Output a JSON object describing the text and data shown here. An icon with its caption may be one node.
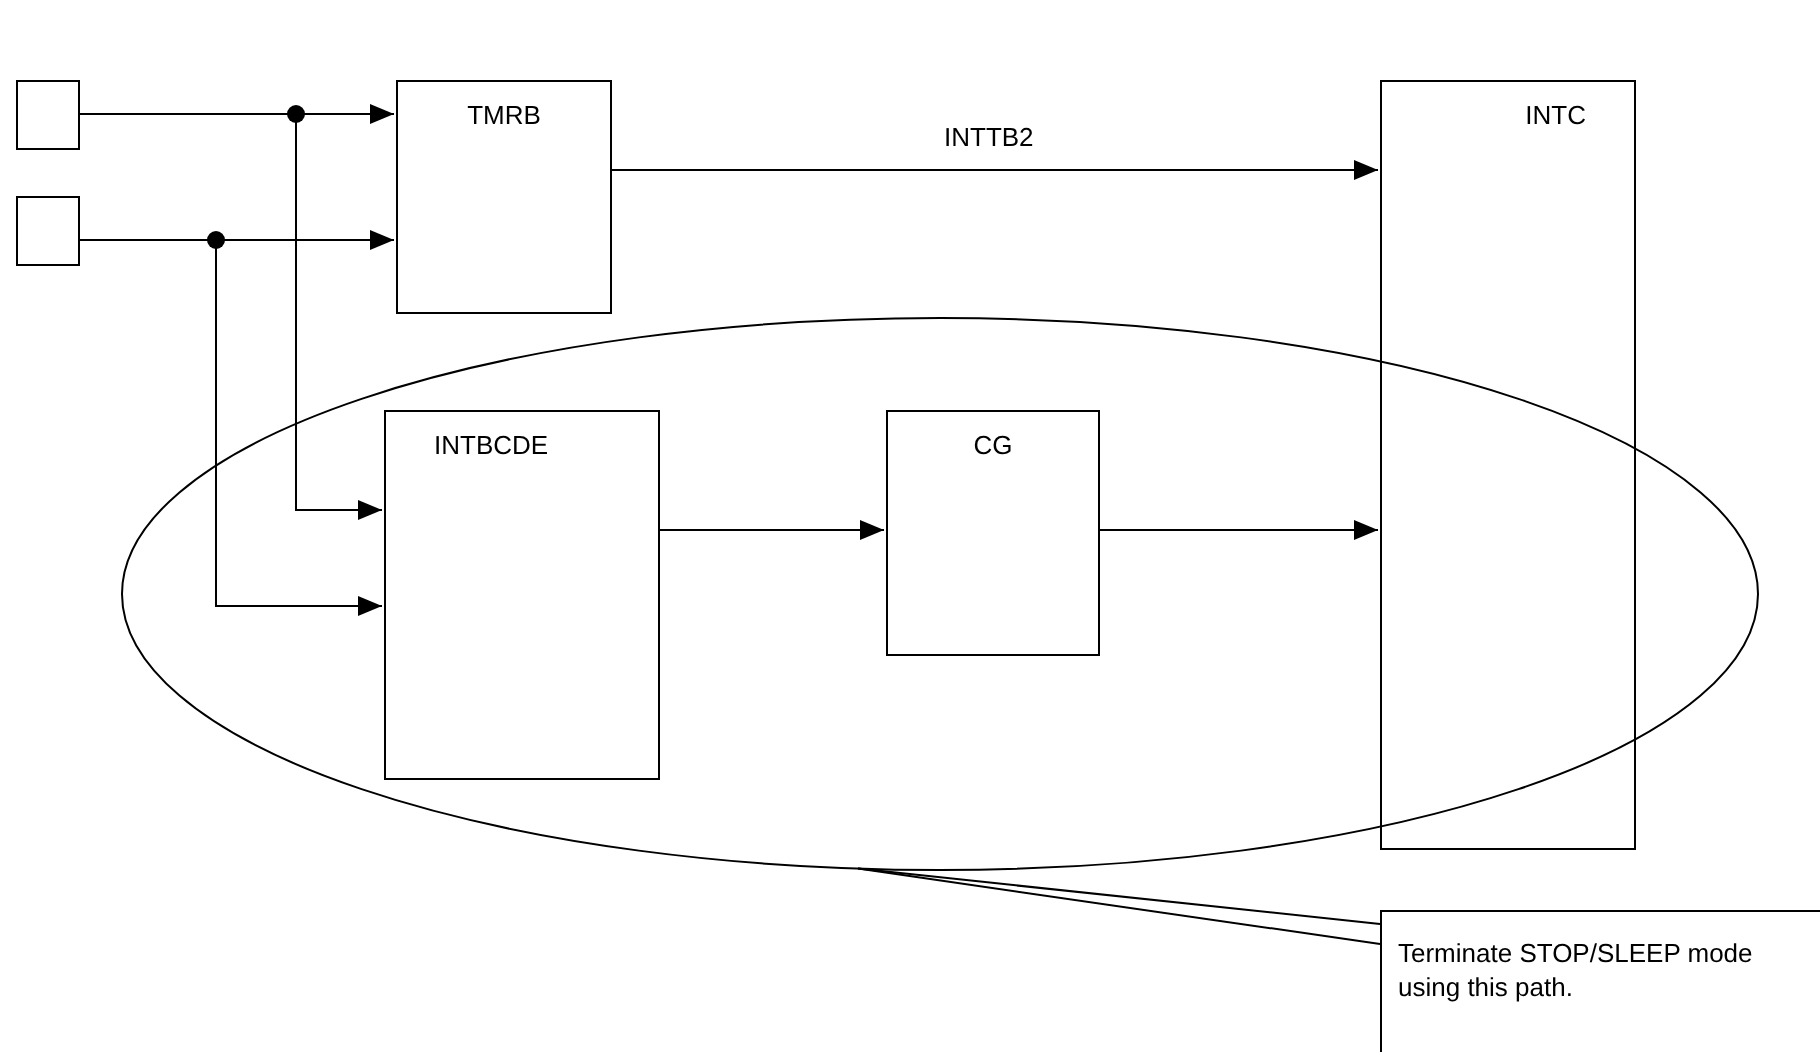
{
  "diagram": {
    "nodes": [
      {
        "text": [],
        "shape": "box"
      },
      {
        "text": [],
        "shape": "box"
      },
      {
        "text": [
          "TMRB"
        ]
      },
      {
        "text": [
          "INTC"
        ]
      },
      {
        "text": [],
        "shape": "ellipse"
      },
      {
        "text": [
          "INTBCDE"
        ],
        "in": 4
      },
      {
        "text": [
          "CG"
        ],
        "in": 4
      },
      {
        "text": [
          "Terminate STOP/SLEEP mode using this path."
        ]
      }
    ],
    "edges": [
      {
        "from": 0,
        "to": 2,
        "arrow": "to"
      },
      {
        "from": 0,
        "to": 5,
        "arrow": "to"
      },
      {
        "from": 1,
        "to": 2,
        "arrow": "to"
      },
      {
        "from": 1,
        "to": 5,
        "arrow": "to"
      },
      {
        "from": 2,
        "to": 3,
        "arrow": "to",
        "label": "INTTB2"
      },
      {
        "from": 5,
        "to": 6,
        "arrow": "to"
      },
      {
        "from": 6,
        "to": 3,
        "arrow": "to"
      },
      {
        "from": 7,
        "to": 4,
        "arrow": "none"
      }
    ]
  }
}
